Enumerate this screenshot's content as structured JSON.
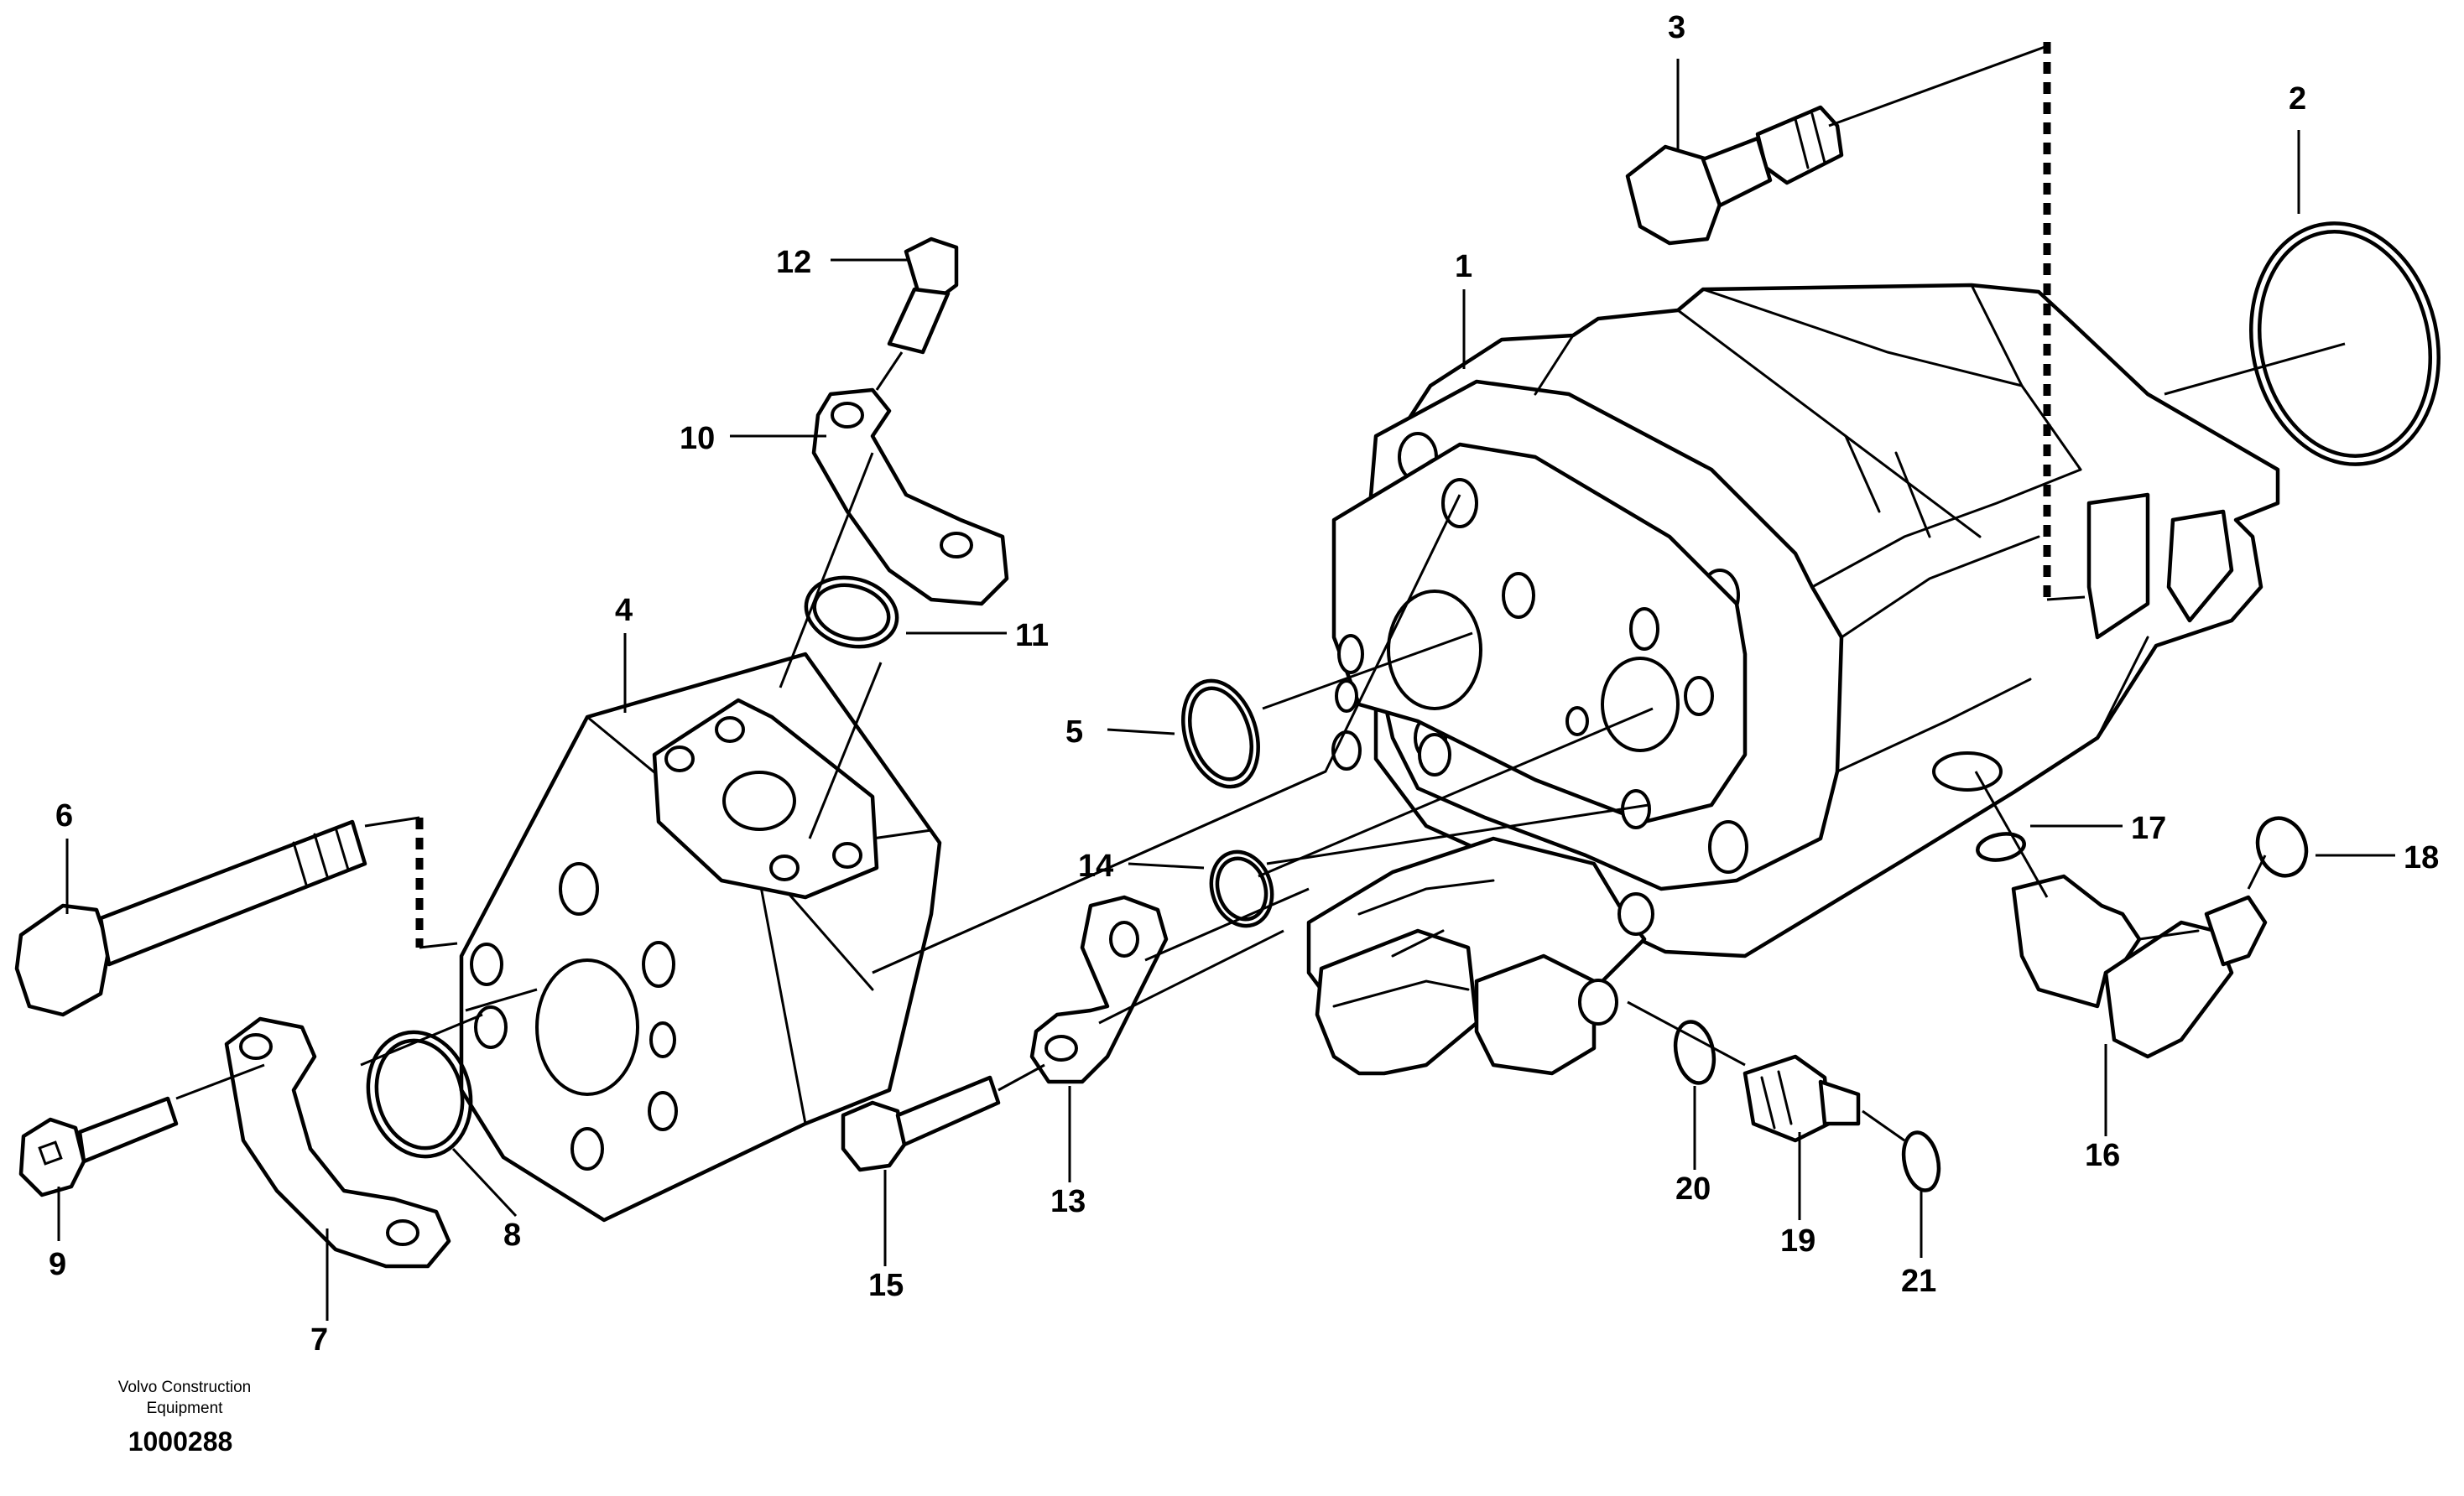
{
  "diagram": {
    "callouts": [
      "1",
      "2",
      "3",
      "4",
      "5",
      "6",
      "7",
      "8",
      "9",
      "10",
      "11",
      "12",
      "13",
      "14",
      "15",
      "16",
      "17",
      "18",
      "19",
      "20",
      "21"
    ],
    "credit_line1": "Volvo Construction",
    "credit_line2": "Equipment",
    "reference": "1000288"
  }
}
